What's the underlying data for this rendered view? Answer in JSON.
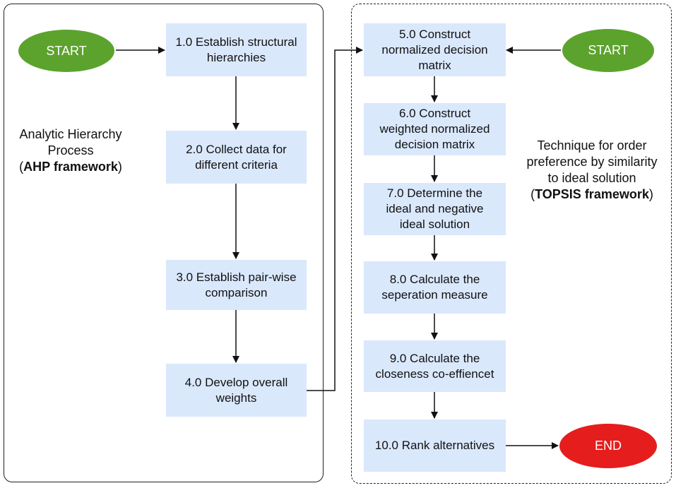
{
  "ahp": {
    "caption_line1": "Analytic Hierarchy",
    "caption_line2": "Process",
    "caption_open": "(",
    "caption_bold": "AHP framework",
    "caption_close": ")",
    "start_label": "START",
    "steps": [
      "1.0 Establish structural\nhierarchies",
      "2.0 Collect data for\ndifferent criteria",
      "3.0 Establish pair-wise\ncomparison",
      "4.0 Develop overall\nweights"
    ]
  },
  "topsis": {
    "caption_line1": "Technique for order",
    "caption_line2": "preference by similarity",
    "caption_line3": "to ideal solution",
    "caption_open": "(",
    "caption_bold": "TOPSIS framework",
    "caption_close": ")",
    "start_label": "START",
    "end_label": "END",
    "steps": [
      "5.0 Construct\nnormalized decision\nmatrix",
      "6.0 Construct\nweighted normalized\ndecision matrix",
      "7.0 Determine the\nideal and negative\nideal solution",
      "8.0 Calculate the\nseperation measure",
      "9.0 Calculate the\ncloseness co-effiencet",
      "10.0 Rank alternatives"
    ]
  },
  "colors": {
    "step_fill": "#dae8fc",
    "start_fill": "#5ca32e",
    "end_fill": "#e51d1d"
  }
}
